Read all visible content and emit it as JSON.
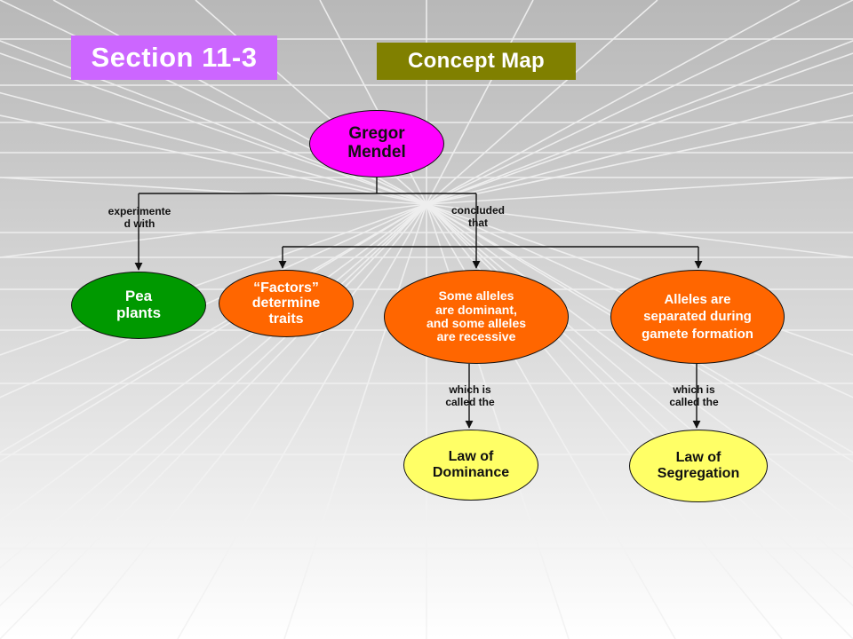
{
  "header": {
    "section_label": "Section 11-3",
    "map_label": "Concept Map"
  },
  "colors": {
    "section_bg": "#cc66ff",
    "concept_bg": "#808000",
    "root_fill": "#ff00ff",
    "pea_fill": "#009900",
    "orange_fill": "#ff6600",
    "law_fill": "#ffff66",
    "line": "#111111"
  },
  "nodes": {
    "root": "Gregor\nMendel",
    "pea": "Pea\nplants",
    "factors": "“Factors”\ndetermine\ntraits",
    "dominant": "Some alleles\nare dominant,\nand some alleles\nare recessive",
    "segregated": "Alleles are\nseparated during\ngamete formation",
    "law_dominance": "Law of\nDominance",
    "law_segregation": "Law of\nSegregation"
  },
  "links": {
    "experimented": "experimente\nd with",
    "concluded": "concluded\nthat",
    "called_dominance": "which is\ncalled the",
    "called_segregation": "which is\ncalled the"
  }
}
